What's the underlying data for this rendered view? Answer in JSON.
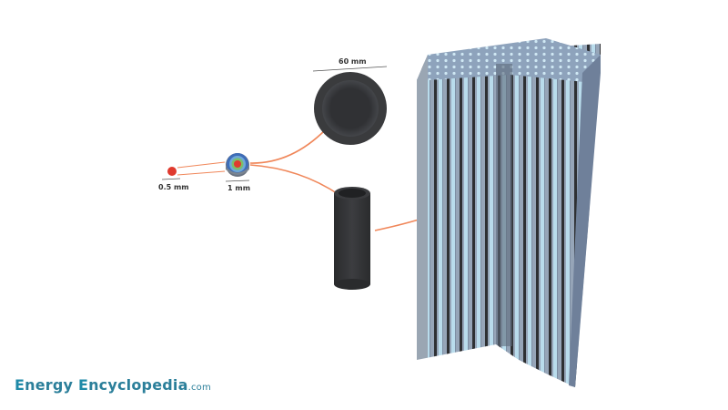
{
  "diagram": {
    "kernel": {
      "label": "0.5 mm",
      "color": "#e03a2e"
    },
    "particle": {
      "label": "1 mm",
      "layer_colors": [
        "#3f6db8",
        "#6fa8d8",
        "#7bbf6a",
        "#e03a2e"
      ]
    },
    "pebble": {
      "label": "60 mm",
      "color": "#3a3b3d"
    },
    "compact": {
      "color": "#2f3032"
    },
    "block": {
      "face_color": "#8a9bb0",
      "channel_color": "#b9dcec",
      "rod_color": "#2e3033"
    },
    "arrow_color": "#f0875a"
  },
  "logo": {
    "first_cap": "E",
    "first_rest": "nergy ",
    "second_cap": "E",
    "second_rest": "ncyclopedia",
    "domain": ".com"
  }
}
